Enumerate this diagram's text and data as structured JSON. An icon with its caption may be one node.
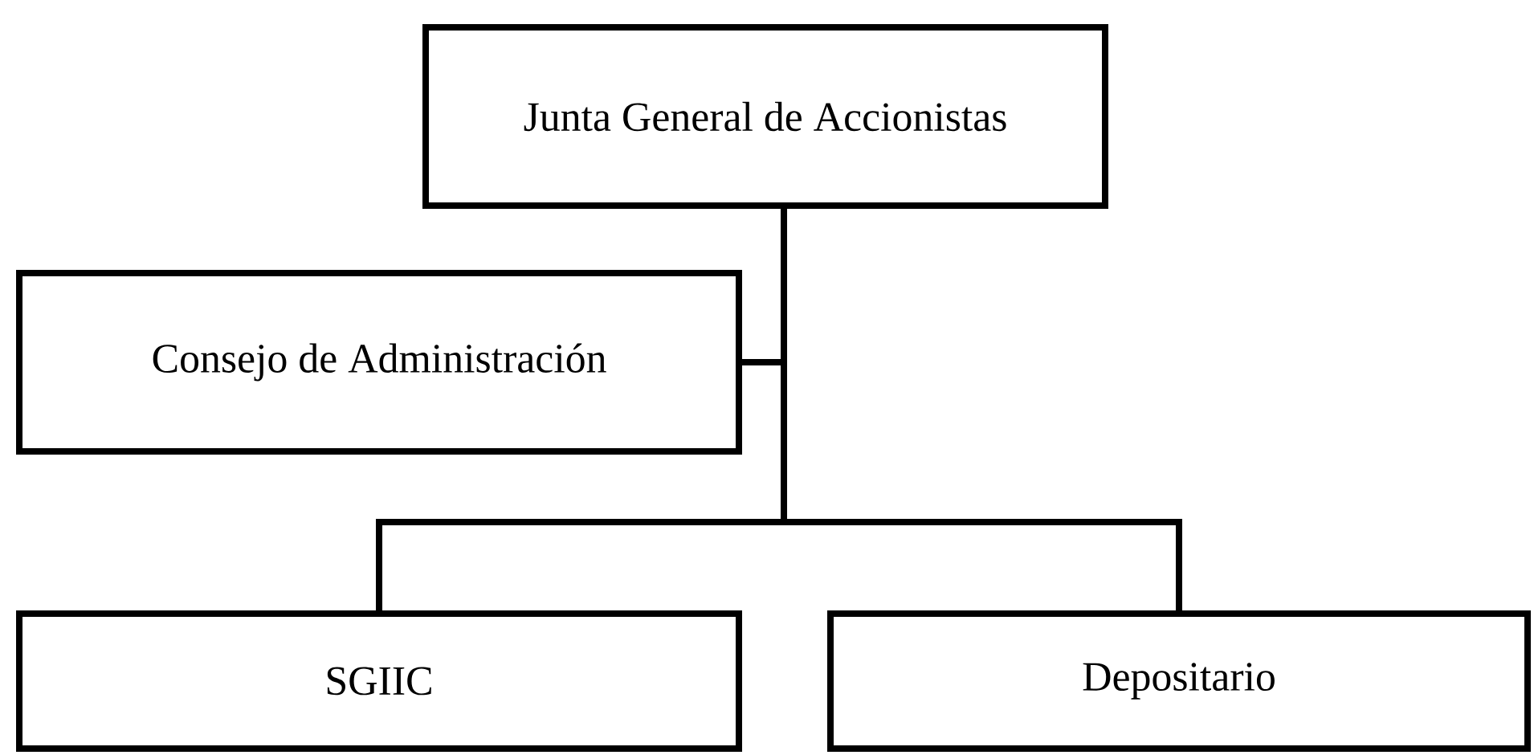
{
  "diagram": {
    "nodes": [
      {
        "text": [
          "Junta General de Accionistas"
        ]
      },
      {
        "text": [
          "Consejo de Administración"
        ]
      },
      {
        "text": [
          "SGIIC"
        ]
      },
      {
        "text": [
          "Depositario"
        ]
      }
    ],
    "edges": [
      {
        "from": 0,
        "to": 1,
        "arrow": "none"
      },
      {
        "from": 0,
        "to": 2,
        "arrow": "none"
      },
      {
        "from": 0,
        "to": 3,
        "arrow": "none"
      }
    ]
  }
}
